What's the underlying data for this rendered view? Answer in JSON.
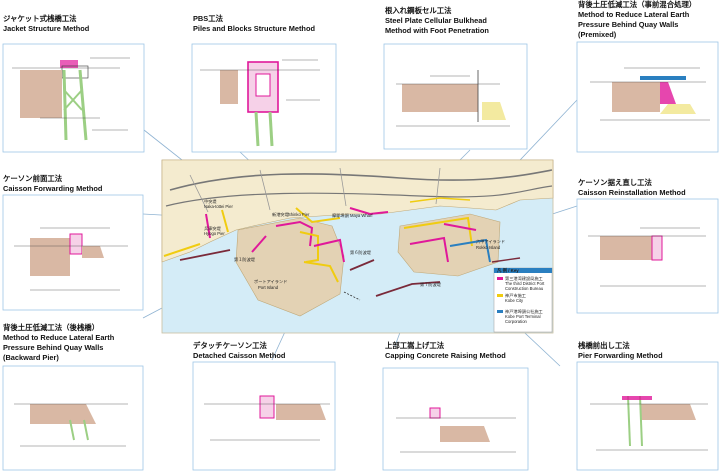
{
  "methods": [
    {
      "jp": "ジャケット式桟橋工法",
      "en1": "Jacket Structure Method",
      "en2": "",
      "en3": ""
    },
    {
      "jp": "PBS工法",
      "en1": "Piles and Blocks Structure Method",
      "en2": "",
      "en3": ""
    },
    {
      "jp": "根入れ鋼板セル工法",
      "en1": "Steel Plate Cellular Bulkhead",
      "en2": "Method with Foot Penetration",
      "en3": ""
    },
    {
      "jp": "背後土圧低減工法（事前混合処理）",
      "en1": "Method to Reduce Lateral Earth",
      "en2": "Pressure Behind Quay Walls",
      "en3": "(Premixed)"
    },
    {
      "jp": "ケーソン前面工法",
      "en1": "Caisson Forwarding Method",
      "en2": "",
      "en3": ""
    },
    {
      "jp": "ケーソン据え直し工法",
      "en1": "Caisson Reinstallation Method",
      "en2": "",
      "en3": ""
    },
    {
      "jp": "背後土圧低減工法（後桟橋）",
      "en1": "Method to Reduce Lateral Earth",
      "en2": "Pressure Behind Quay Walls",
      "en3": "(Backward Pier)"
    },
    {
      "jp": "デタッチケーソン工法",
      "en1": "Detached Caisson Method",
      "en2": "",
      "en3": ""
    },
    {
      "jp": "上部工嵩上げ工法",
      "en1": "Capping Concrete Raising Method",
      "en2": "",
      "en3": ""
    },
    {
      "jp": "桟橋前出し工法",
      "en1": "Pier Forwarding Method",
      "en2": "",
      "en3": ""
    }
  ],
  "map_labels": {
    "nakatottei_jp": "中突堤",
    "nakatottei_en": "Naka-tottei Pier",
    "shinko_jp": "新港突堤",
    "shinko_en": "Shinko Pier",
    "maya_jp": "摩耶埠頭",
    "maya_en": "Maya Wharf",
    "hyogo_jp": "兵庫突堤",
    "hyogo_en": "Hyogo Pier",
    "ko1": "第１防波堤",
    "ko6": "第６防波堤",
    "ko7": "第７防波堤",
    "rokko_jp": "六甲アイランド",
    "rokko_en": "Rokko Island",
    "port_jp": "ポートアイランド",
    "port_en": "Port Island"
  },
  "legend": {
    "title": "凡 例 / Key",
    "items": [
      {
        "jp": "第三港湾建設局施工",
        "en1": "The third District Port",
        "en2": "Construction Bureau",
        "color": "#e0189a"
      },
      {
        "jp": "神戸市施工",
        "en1": "Kobe City",
        "en2": "",
        "color": "#f0cc10"
      },
      {
        "jp": "神戸港埠頭公社施工",
        "en1": "Kobe Port Terminal",
        "en2": "Corporation",
        "color": "#2a7fc0"
      }
    ]
  },
  "colors": {
    "panel_border": "#9ec6e6",
    "leader_line": "#8fb3d2",
    "sea": "#d4ecf7",
    "land": "#f4ebcf",
    "reclaimed": "#e3d2b4",
    "soil": "#d9b8a4",
    "pile": "#9ccf84",
    "bureau": "#e0189a",
    "city": "#f0cc10",
    "corp": "#2a7fc0"
  }
}
